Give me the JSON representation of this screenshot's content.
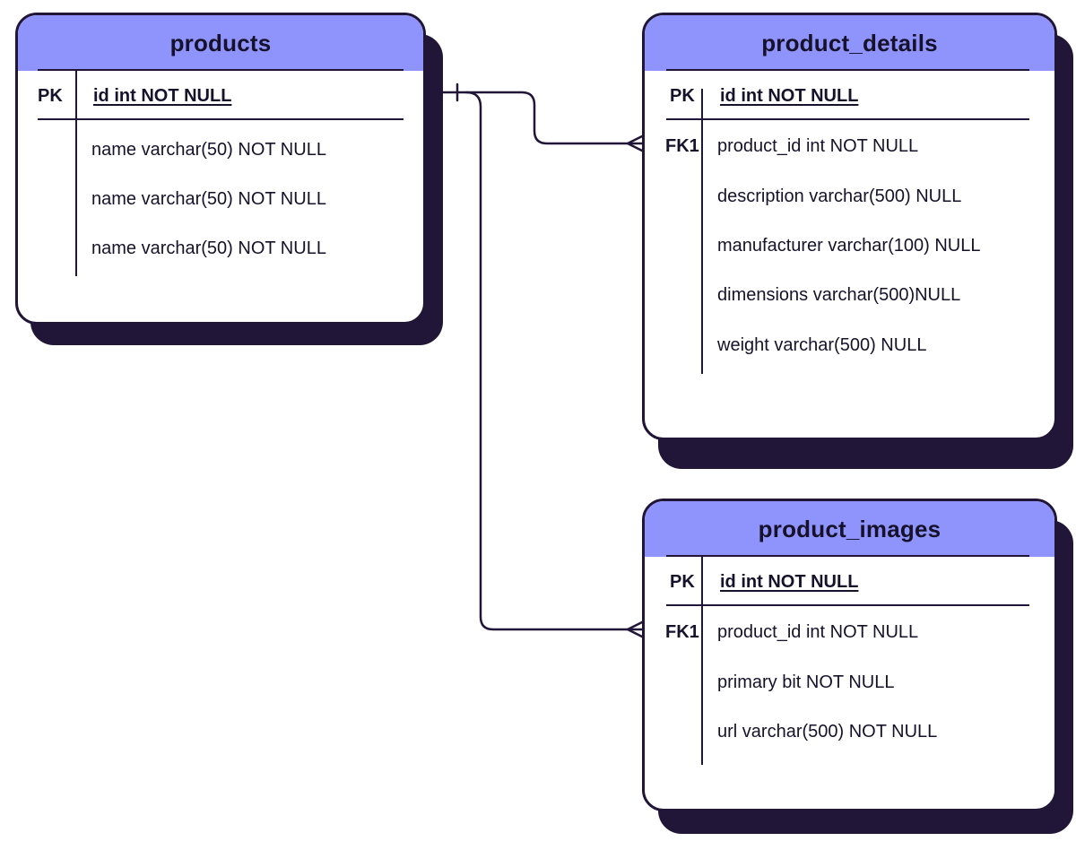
{
  "entities": {
    "products": {
      "title": "products",
      "pk_label": "PK",
      "pk_field": "id int NOT NULL",
      "fields": [
        "name varchar(50) NOT NULL",
        "name varchar(50) NOT NULL",
        "name varchar(50) NOT NULL"
      ]
    },
    "product_details": {
      "title": "product_details",
      "pk_label": "PK",
      "pk_field": "id int NOT NULL",
      "fk_label": "FK1",
      "fields": [
        "product_id int NOT NULL",
        "description varchar(500) NULL",
        "manufacturer varchar(100) NULL",
        "dimensions varchar(500)NULL",
        "weight varchar(500) NULL"
      ]
    },
    "product_images": {
      "title": "product_images",
      "pk_label": "PK",
      "pk_field": "id int NOT NULL",
      "fk_label": "FK1",
      "fields": [
        "product_id int NOT NULL",
        "primary bit NOT NULL",
        "url varchar(500) NOT NULL"
      ]
    }
  },
  "relationships": [
    {
      "from": "products",
      "to": "product_details",
      "from_cardinality": "one",
      "to_cardinality": "many"
    },
    {
      "from": "products",
      "to": "product_images",
      "from_cardinality": "one",
      "to_cardinality": "many"
    }
  ],
  "colors": {
    "header": "#8f94fc",
    "outline": "#211637",
    "shadow": "#211637",
    "background": "#ffffff",
    "text": "#17122b"
  }
}
